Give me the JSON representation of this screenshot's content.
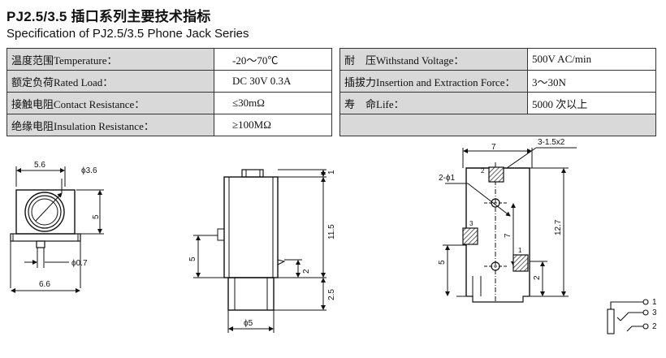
{
  "title_cn": "PJ2.5/3.5 插口系列主要技术指标",
  "title_en": "Specification of PJ2.5/3.5 Phone Jack Series",
  "specs": {
    "temperature_label": "温度范围Temperature：",
    "temperature_value": "-20～70℃",
    "withstand_label": "耐　压Withstand Voltage：",
    "withstand_value": "500V AC/min",
    "rated_label": "额定负荷Rated Load：",
    "rated_value": "DC 30V 0.3A",
    "insertion_label": "插拔力Insertion and Extraction Force：",
    "insertion_value": "3～30N",
    "contact_label": "接触电阻Contact Resistance：",
    "contact_value": "≤30mΩ",
    "life_label": "寿　命Life：",
    "life_value": "5000 次以上",
    "insulation_label": "绝缘电阻Insulation Resistance：",
    "insulation_value": "≥100MΩ"
  },
  "front_view": {
    "dim_top": "5.6",
    "dim_dia": "ϕ3.6",
    "dim_height": "5",
    "dim_pin": "ϕ0.7",
    "dim_bottom": "6.6"
  },
  "side_view": {
    "dim_top": "1",
    "dim_length": "11.5",
    "dim_left": "5",
    "dim_mid": "2",
    "dim_bot": "2.5",
    "dim_dia": "ϕ5"
  },
  "pcb_view": {
    "dim_top": "7",
    "dim_pad": "3-1.5x2",
    "dim_hole": "2-ϕ1",
    "dim_total": "12.7",
    "dim_spacing": "7",
    "dim_left": "5",
    "dim_small": "2",
    "pad_2": "2",
    "pad_3": "3",
    "pad_1": "1"
  },
  "schematic": {
    "pin_1": "1",
    "pin_3": "3",
    "pin_2": "2"
  }
}
